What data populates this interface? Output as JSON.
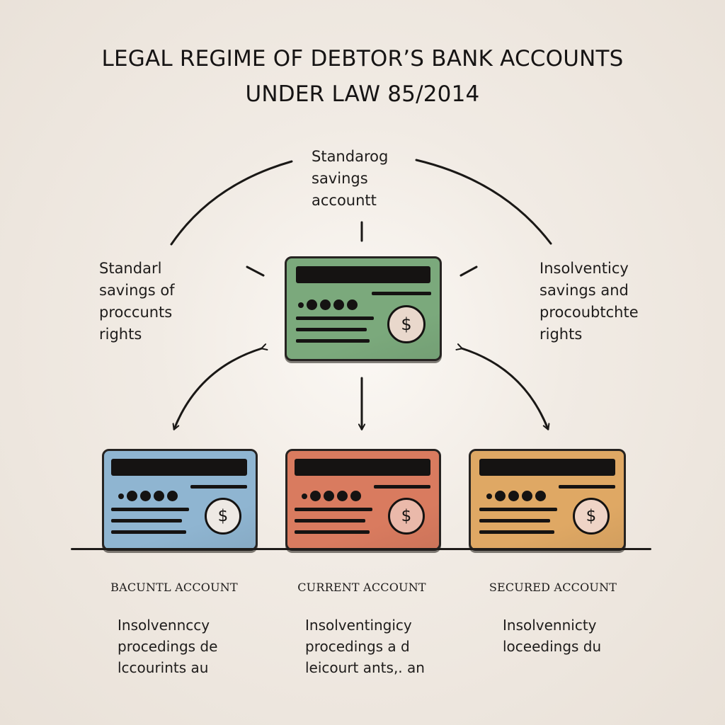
{
  "title": {
    "line1": "LEGAL REGIME OF DEBTOR’S BANK ACCOUNTS",
    "line2": "UNDER LAW 85/2014"
  },
  "top_label": [
    "Standarog",
    "savings",
    "accountt"
  ],
  "left_label": [
    "Standarl",
    "savings of",
    "proccunts",
    "rights"
  ],
  "right_label": [
    "Insolventicy",
    "savings and",
    "procoubtchte",
    "rights"
  ],
  "cards": {
    "center": {
      "color": "#7ba97c",
      "icon": "dollar-coin-icon",
      "symbol": "$"
    },
    "left": {
      "color": "#8fb5d1",
      "icon": "dollar-coin-icon",
      "symbol": "$"
    },
    "middle": {
      "color": "#d97b5f",
      "icon": "dollar-coin-icon",
      "symbol": "$"
    },
    "right": {
      "color": "#dfa864",
      "icon": "dollar-coin-icon",
      "symbol": "$"
    }
  },
  "accounts": [
    {
      "name": "BACUNTL ACCOUNT",
      "desc": [
        "Insolvennccy",
        "procedings de",
        "lccourints  au"
      ]
    },
    {
      "name": "CURRENT ACCOUNT",
      "desc": [
        "Insolventingicy",
        "procedings a  d",
        "leicourt ants,. an"
      ]
    },
    {
      "name": "SECURED ACCOUNT",
      "desc": [
        "Insolvennicty",
        "loceedings du"
      ]
    }
  ]
}
